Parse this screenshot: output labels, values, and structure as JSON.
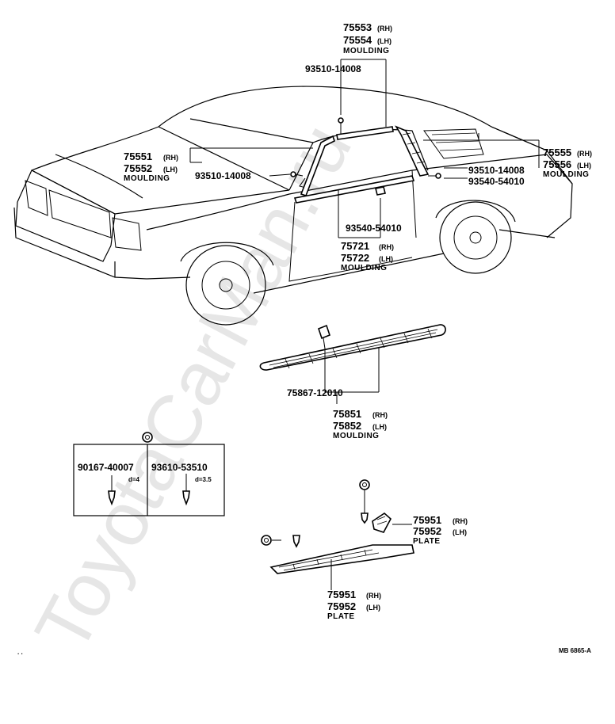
{
  "watermark": "ToyotaCarMan.ru",
  "footer_code": "MB 6865-A",
  "labels": {
    "upper_moulding": {
      "pn1": "75553",
      "side1": "(RH)",
      "pn2": "75554",
      "side2": "(LH)",
      "name": "MOULDING"
    },
    "screw_top": "93510-14008",
    "front_pillar": {
      "pn1": "75551",
      "side1": "(RH)",
      "pn2": "75552",
      "side2": "(LH)",
      "name": "MOULDING",
      "screw": "93510-14008"
    },
    "rear_moulding": {
      "pn1": "75555",
      "side1": "(RH)",
      "pn2": "75556",
      "side2": "(LH)",
      "name": "MOULDING"
    },
    "rear_screw": "93510-14008",
    "rear_clip": "93540-54010",
    "belt_clip": "93540-54010",
    "belt_moulding": {
      "pn1": "75721",
      "side1": "(RH)",
      "pn2": "75722",
      "side2": "(LH)",
      "name": "MOULDING"
    },
    "rocker_clip": "75867-12010",
    "rocker_moulding": {
      "pn1": "75851",
      "side1": "(RH)",
      "pn2": "75852",
      "side2": "(LH)",
      "name": "MOULDING"
    },
    "screw_box": {
      "left_pn": "90167-40007",
      "left_dim": "d=4",
      "right_pn": "93610-53510",
      "right_dim": "d=3.5"
    },
    "plate_small": {
      "pn1": "75951",
      "side1": "(RH)",
      "pn2": "75952",
      "side2": "(LH)",
      "name": "PLATE"
    },
    "plate_large": {
      "pn1": "75951",
      "side1": "(RH)",
      "pn2": "75952",
      "side2": "(LH)",
      "name": "PLATE"
    }
  }
}
